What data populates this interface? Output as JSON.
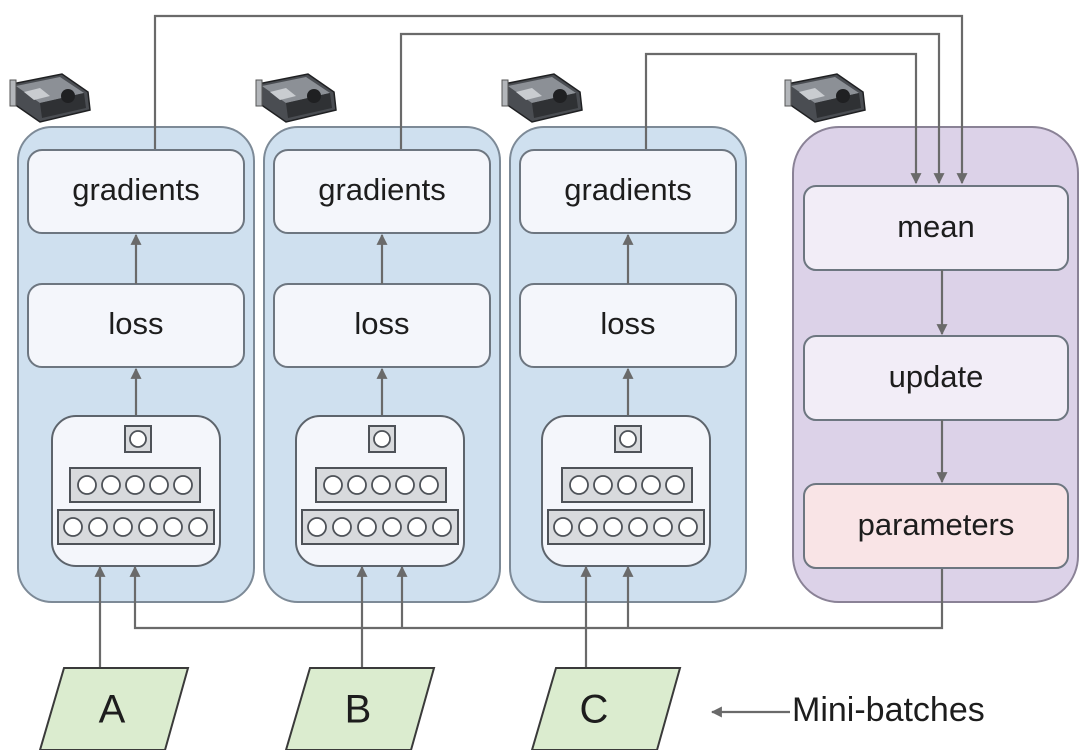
{
  "workers": [
    {
      "gradients": "gradients",
      "loss": "loss",
      "batch": "A"
    },
    {
      "gradients": "gradients",
      "loss": "loss",
      "batch": "B"
    },
    {
      "gradients": "gradients",
      "loss": "loss",
      "batch": "C"
    }
  ],
  "server": {
    "mean": "mean",
    "update": "update",
    "parameters": "parameters"
  },
  "annotation": "Mini-batches",
  "icons": [
    "gpu-card-icon",
    "gpu-card-icon",
    "gpu-card-icon",
    "gpu-card-icon"
  ],
  "colors": {
    "worker_panel": "#cfe0ef",
    "server_panel": "#dcd2e8",
    "parameters_box": "#f9e4e6",
    "batch_shape": "#dbeccf"
  }
}
